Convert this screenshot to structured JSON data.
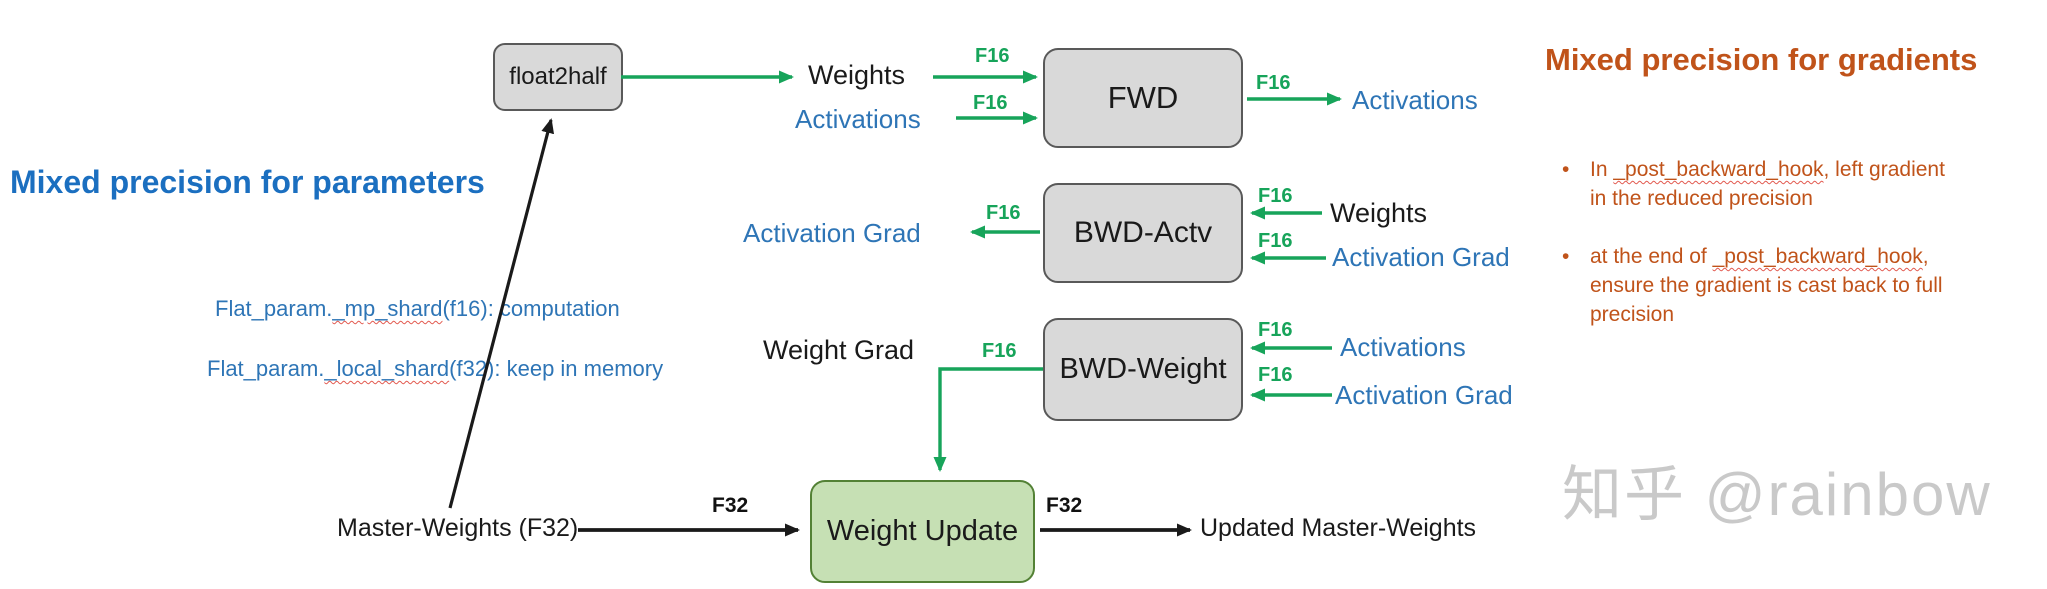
{
  "headers": {
    "parameters": "Mixed precision for parameters",
    "gradients": "Mixed precision for gradients"
  },
  "bullets": [
    {
      "pre": "In ",
      "code": "_post_backward_hook",
      "post": ", left gradient\nin the reduced precision"
    },
    {
      "pre": "at the end of ",
      "code": "_post_backward_hook",
      "post": ",\nensure the gradient is cast back to full\nprecision"
    }
  ],
  "param_notes": [
    {
      "pre": "Flat_param.",
      "code": "_mp_shard",
      "post": "(f16): computation"
    },
    {
      "pre": "Flat_param.",
      "code": "_local_shard",
      "post": "(f32): keep in memory"
    }
  ],
  "boxes": {
    "float2half": "float2half",
    "fwd": "FWD",
    "bwd_actv": "BWD-Actv",
    "bwd_weight": "BWD-Weight",
    "weight_update": "Weight Update"
  },
  "labels": {
    "weights": "Weights",
    "activations": "Activations",
    "activation_grad": "Activation Grad",
    "weight_grad": "Weight Grad",
    "master_weights": "Master-Weights (F32)",
    "updated_master_weights": "Updated Master-Weights",
    "f16": "F16",
    "f32": "F32"
  },
  "watermark": "知乎 @rainbow",
  "colors": {
    "green_arrow": "#17a45a",
    "blue_text": "#2e75b6",
    "blue_heading": "#1b6fc0",
    "orange_heading": "#c0531a",
    "box_gray_fill": "#d9d9d9",
    "box_gray_border": "#595959",
    "box_green_fill": "#c6e0b4",
    "box_green_border": "#538135",
    "watermark_gray": "#c9c9c9"
  }
}
